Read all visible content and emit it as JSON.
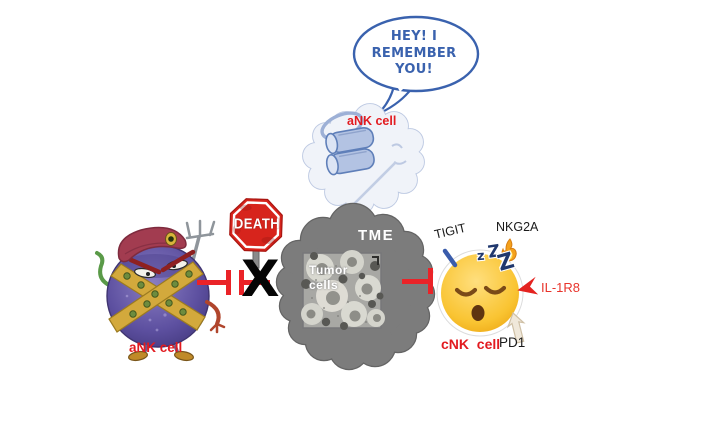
{
  "memory_scene": {
    "speech_bubble": {
      "line1": "HEY! I",
      "line2": "REMEMBER",
      "line3": "YOU!"
    },
    "remembering_cell_label": "aNK cell"
  },
  "armed_cell": {
    "label": "aNK cell"
  },
  "death_sign": {
    "text": "DEATH"
  },
  "inhibition": {
    "blocked_x": "X"
  },
  "tme": {
    "title": "TME",
    "tumor_line1": "Tumor",
    "tumor_line2": "cells"
  },
  "sleepy_cell": {
    "label": "cNK  cell",
    "zzz": {
      "z1": "z",
      "z2": "Z",
      "z3": "Z"
    },
    "receptors": {
      "tigit": "TIGIT",
      "nkg2a": "NKG2A",
      "il1r8": "IL-1R8",
      "pd1": "PD1"
    }
  },
  "colors": {
    "label_red": "#e21b20",
    "inhibit_red": "#ea2328",
    "bubble_blue": "#3a62ae",
    "cloud_gray": "#7c7c7c",
    "emoji_yellow": "#f9c432",
    "zzz_navy": "#20386e"
  }
}
